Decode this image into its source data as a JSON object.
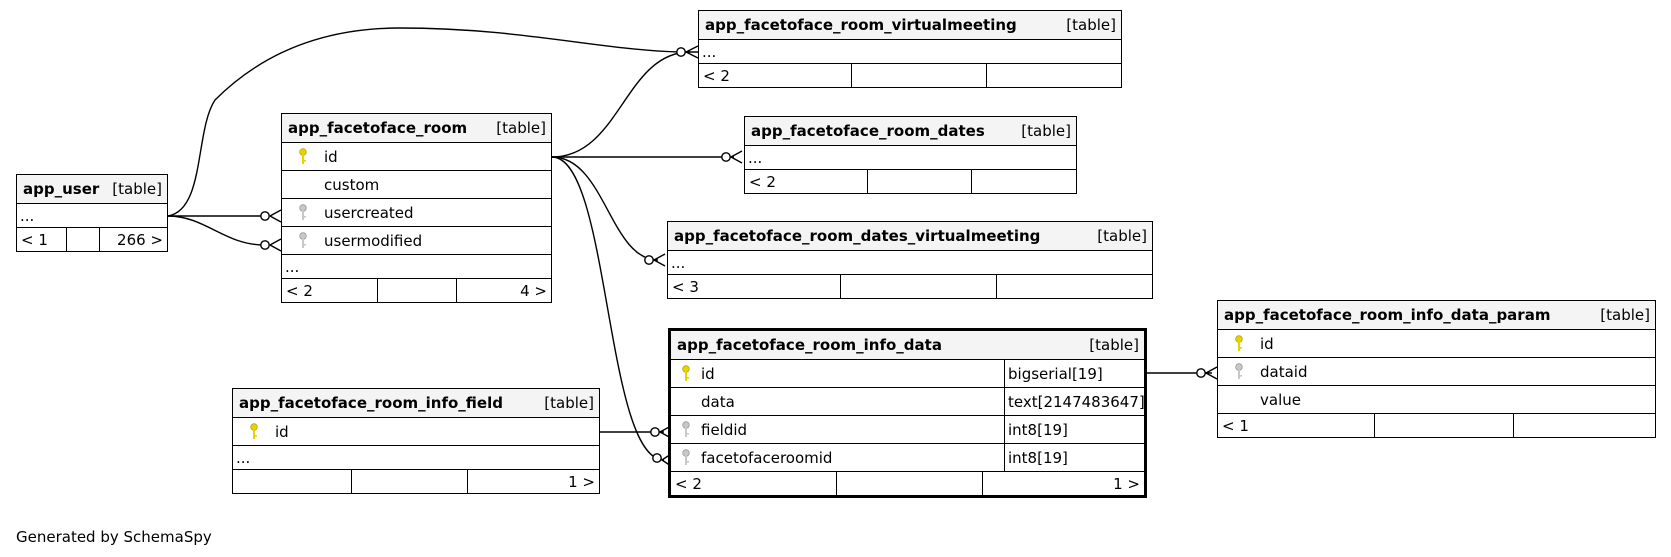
{
  "tables": {
    "app_user": {
      "name": "app_user",
      "kind": "[table]",
      "ellipsis": "...",
      "foot_left": "< 1",
      "foot_right": "266 >"
    },
    "room": {
      "name": "app_facetoface_room",
      "kind": "[table]",
      "columns": [
        "id",
        "custom",
        "usercreated",
        "usermodified"
      ],
      "ellipsis": "...",
      "foot_left": "< 2",
      "foot_right": "4 >"
    },
    "room_vm": {
      "name": "app_facetoface_room_virtualmeeting",
      "kind": "[table]",
      "ellipsis": "...",
      "foot_left": "< 2"
    },
    "room_dates": {
      "name": "app_facetoface_room_dates",
      "kind": "[table]",
      "ellipsis": "...",
      "foot_left": "< 2"
    },
    "room_dates_vm": {
      "name": "app_facetoface_room_dates_virtualmeeting",
      "kind": "[table]",
      "ellipsis": "...",
      "foot_left": "< 3"
    },
    "info_field": {
      "name": "app_facetoface_room_info_field",
      "kind": "[table]",
      "columns": [
        "id"
      ],
      "ellipsis": "...",
      "foot_right": "1 >"
    },
    "info_data": {
      "name": "app_facetoface_room_info_data",
      "kind": "[table]",
      "columns": [
        {
          "name": "id",
          "type": "bigserial[19]"
        },
        {
          "name": "data",
          "type": "text[2147483647]"
        },
        {
          "name": "fieldid",
          "type": "int8[19]"
        },
        {
          "name": "facetofaceroomid",
          "type": "int8[19]"
        }
      ],
      "foot_left": "< 2",
      "foot_right": "1 >"
    },
    "info_data_param": {
      "name": "app_facetoface_room_info_data_param",
      "kind": "[table]",
      "columns": [
        "id",
        "dataid",
        "value"
      ],
      "foot_left": "< 1"
    }
  },
  "icons": {
    "primary_key": "key-icon-gold",
    "foreign_key": "key-icon-gray"
  },
  "colors": {
    "primary_key": "#e8d200",
    "foreign_key": "#b8b8b8",
    "header_bg": "#f4f4f4"
  },
  "footer": "Generated by SchemaSpy"
}
